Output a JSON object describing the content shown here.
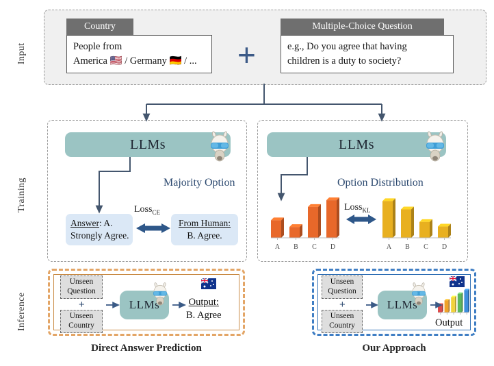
{
  "rows": {
    "input_label": "Input",
    "training_label": "Training",
    "inference_label": "Inference"
  },
  "input": {
    "country_tab": "Country",
    "country_line1": "People from",
    "country_line2": "America 🇺🇸 / Germany 🇩🇪 / ...",
    "plus": "+",
    "mcq_tab": "Multiple-Choice Question",
    "mcq_line1": "e.g., Do you agree that having",
    "mcq_line2": "children is a duty to society?"
  },
  "training": {
    "left": {
      "llm_label": "LLMs",
      "panel_title": "Majority Option",
      "loss_main": "Loss",
      "loss_sub": "CE",
      "pred_line1_underlined": "Answer",
      "pred_line1_rest": ": A.",
      "pred_line2": "Strongly Agree.",
      "human_line1": "From Human:",
      "human_line2": "B. Agree."
    },
    "right": {
      "llm_label": "LLMs",
      "panel_title": "Option Distribution",
      "loss_main": "Loss",
      "loss_sub": "KL"
    }
  },
  "inference": {
    "left": {
      "chip_top_line1": "Unseen",
      "chip_top_line2": "Question",
      "chip_plus": "+",
      "chip_bottom_line1": "Unseen",
      "chip_bottom_line2": "Country",
      "llm_label": "LLMs",
      "output_label": "Output:",
      "output_value": "B. Agree",
      "caption": "Direct Answer Prediction"
    },
    "right": {
      "chip_top_line1": "Unseen",
      "chip_top_line2": "Question",
      "chip_plus": "+",
      "chip_bottom_line1": "Unseen",
      "chip_bottom_line2": "Country",
      "llm_label": "LLMs",
      "output_label": "Output",
      "caption": "Our Approach"
    }
  },
  "colors": {
    "llm_teal": "#9bc4c3",
    "answer_blue": "#dbe8f6",
    "tab_gray": "#6f6f6f",
    "navy": "#2d4a70",
    "orange_bar": "#e8682a",
    "yellow_bar": "#e8b020",
    "frame_orange": "#e3a566",
    "frame_blue": "#2f6fb5"
  },
  "chart_data": [
    {
      "type": "bar",
      "name": "llm-option-distribution",
      "title": "Option Distribution",
      "categories": [
        "A",
        "B",
        "C",
        "D"
      ],
      "values": [
        42,
        26,
        74,
        90
      ],
      "color": "#e8682a",
      "ylim": [
        0,
        100
      ],
      "grid": false,
      "xlabel": "",
      "ylabel": ""
    },
    {
      "type": "bar",
      "name": "human-option-distribution",
      "title": "Option Distribution",
      "categories": [
        "A",
        "B",
        "C",
        "D"
      ],
      "values": [
        88,
        68,
        38,
        27
      ],
      "color": "#e8b020",
      "ylim": [
        0,
        100
      ],
      "grid": false,
      "xlabel": "",
      "ylabel": ""
    },
    {
      "type": "bar",
      "name": "output-distribution-icon",
      "title": "Output",
      "categories": [
        "1",
        "2",
        "3",
        "4",
        "5"
      ],
      "values": [
        34,
        52,
        66,
        80,
        96
      ],
      "colors": [
        "#e04a4a",
        "#f0a32a",
        "#f2d33a",
        "#5cb85c",
        "#3f8edc"
      ],
      "ylim": [
        0,
        100
      ],
      "grid": false
    }
  ]
}
